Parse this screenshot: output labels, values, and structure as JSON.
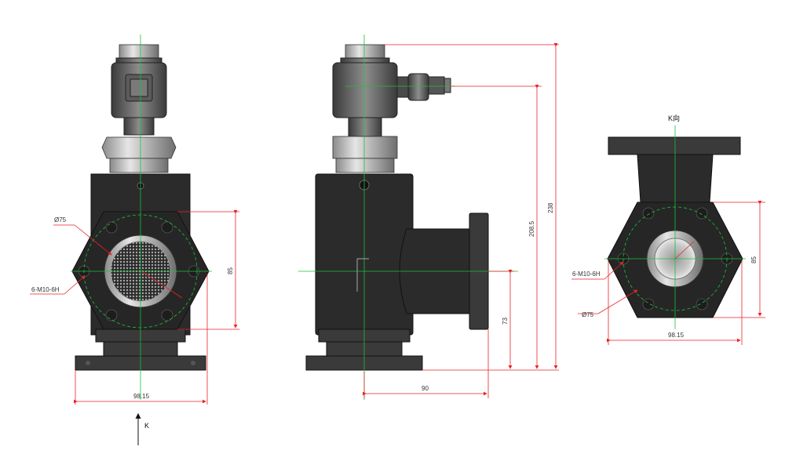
{
  "front_view": {
    "dims": {
      "bolt_circle": "Ø75",
      "thread": "6-M10-6H",
      "height": "85",
      "width": "98.15"
    },
    "view_arrow_label": "K"
  },
  "side_view": {
    "dims": {
      "total_height": "238",
      "port_height": "208.5",
      "flange_height": "73",
      "port_offset": "90"
    }
  },
  "k_view": {
    "title": "K向",
    "dims": {
      "thread": "6-M10-6H",
      "bolt_circle": "Ø75",
      "height": "85",
      "width": "98.15"
    }
  },
  "colors": {
    "dimension": "#e8232a",
    "centerline": "#19c23a",
    "body": "#2b2b2b"
  }
}
